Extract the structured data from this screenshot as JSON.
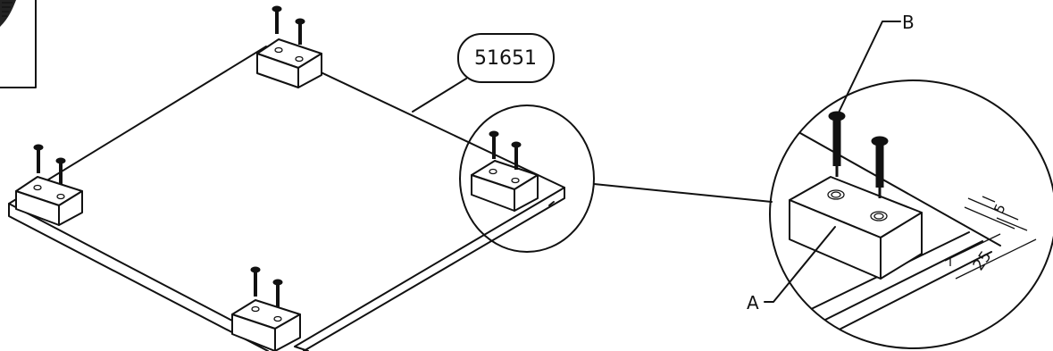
{
  "part_number": "51651",
  "callouts": {
    "a": "A",
    "b": "B"
  },
  "dimensions": {
    "gap": "5",
    "offset": "25"
  },
  "colors": {
    "line": "#111111",
    "background": "#ffffff"
  }
}
